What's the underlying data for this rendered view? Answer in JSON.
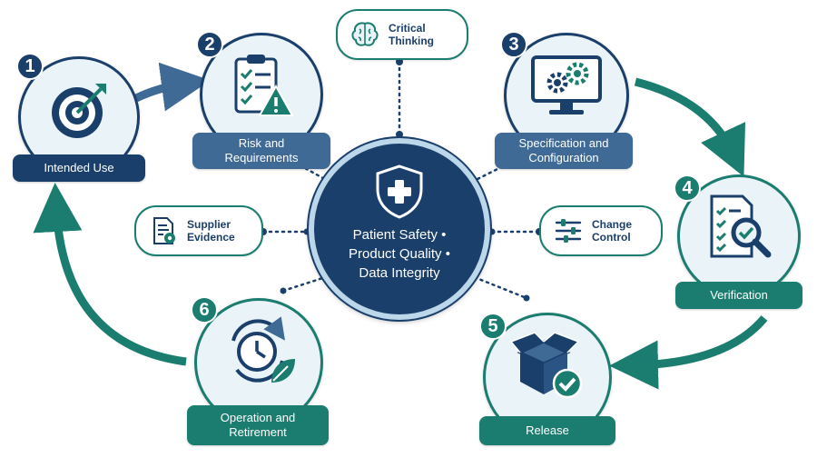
{
  "center": {
    "lines": [
      "Patient Safety •",
      "Product Quality •",
      "Data Integrity"
    ]
  },
  "steps": [
    {
      "number": "1",
      "label": "Intended Use",
      "icon": "target-icon"
    },
    {
      "number": "2",
      "label_lines": [
        "Risk and",
        "Requirements"
      ],
      "icon": "clipboard-warning-icon"
    },
    {
      "number": "3",
      "label_lines": [
        "Specification and",
        "Configuration"
      ],
      "icon": "monitor-gears-icon"
    },
    {
      "number": "4",
      "label": "Verification",
      "icon": "checklist-magnifier-icon"
    },
    {
      "number": "5",
      "label": "Release",
      "icon": "box-check-icon"
    },
    {
      "number": "6",
      "label_lines": [
        "Operation and",
        "Retirement"
      ],
      "icon": "clock-leaf-icon"
    }
  ],
  "pills": {
    "critical_thinking": {
      "lines": [
        "Critical",
        "Thinking"
      ],
      "icon": "brain-icon"
    },
    "supplier_evidence": {
      "lines": [
        "Supplier",
        "Evidence"
      ],
      "icon": "document-gear-icon"
    },
    "change_control": {
      "lines": [
        "Change",
        "Control"
      ],
      "icon": "sliders-icon"
    }
  },
  "colors": {
    "navy": "#1b3f6b",
    "steel": "#3f6a96",
    "teal": "#1a7d6f",
    "light_fill": "#eaf3f8"
  }
}
